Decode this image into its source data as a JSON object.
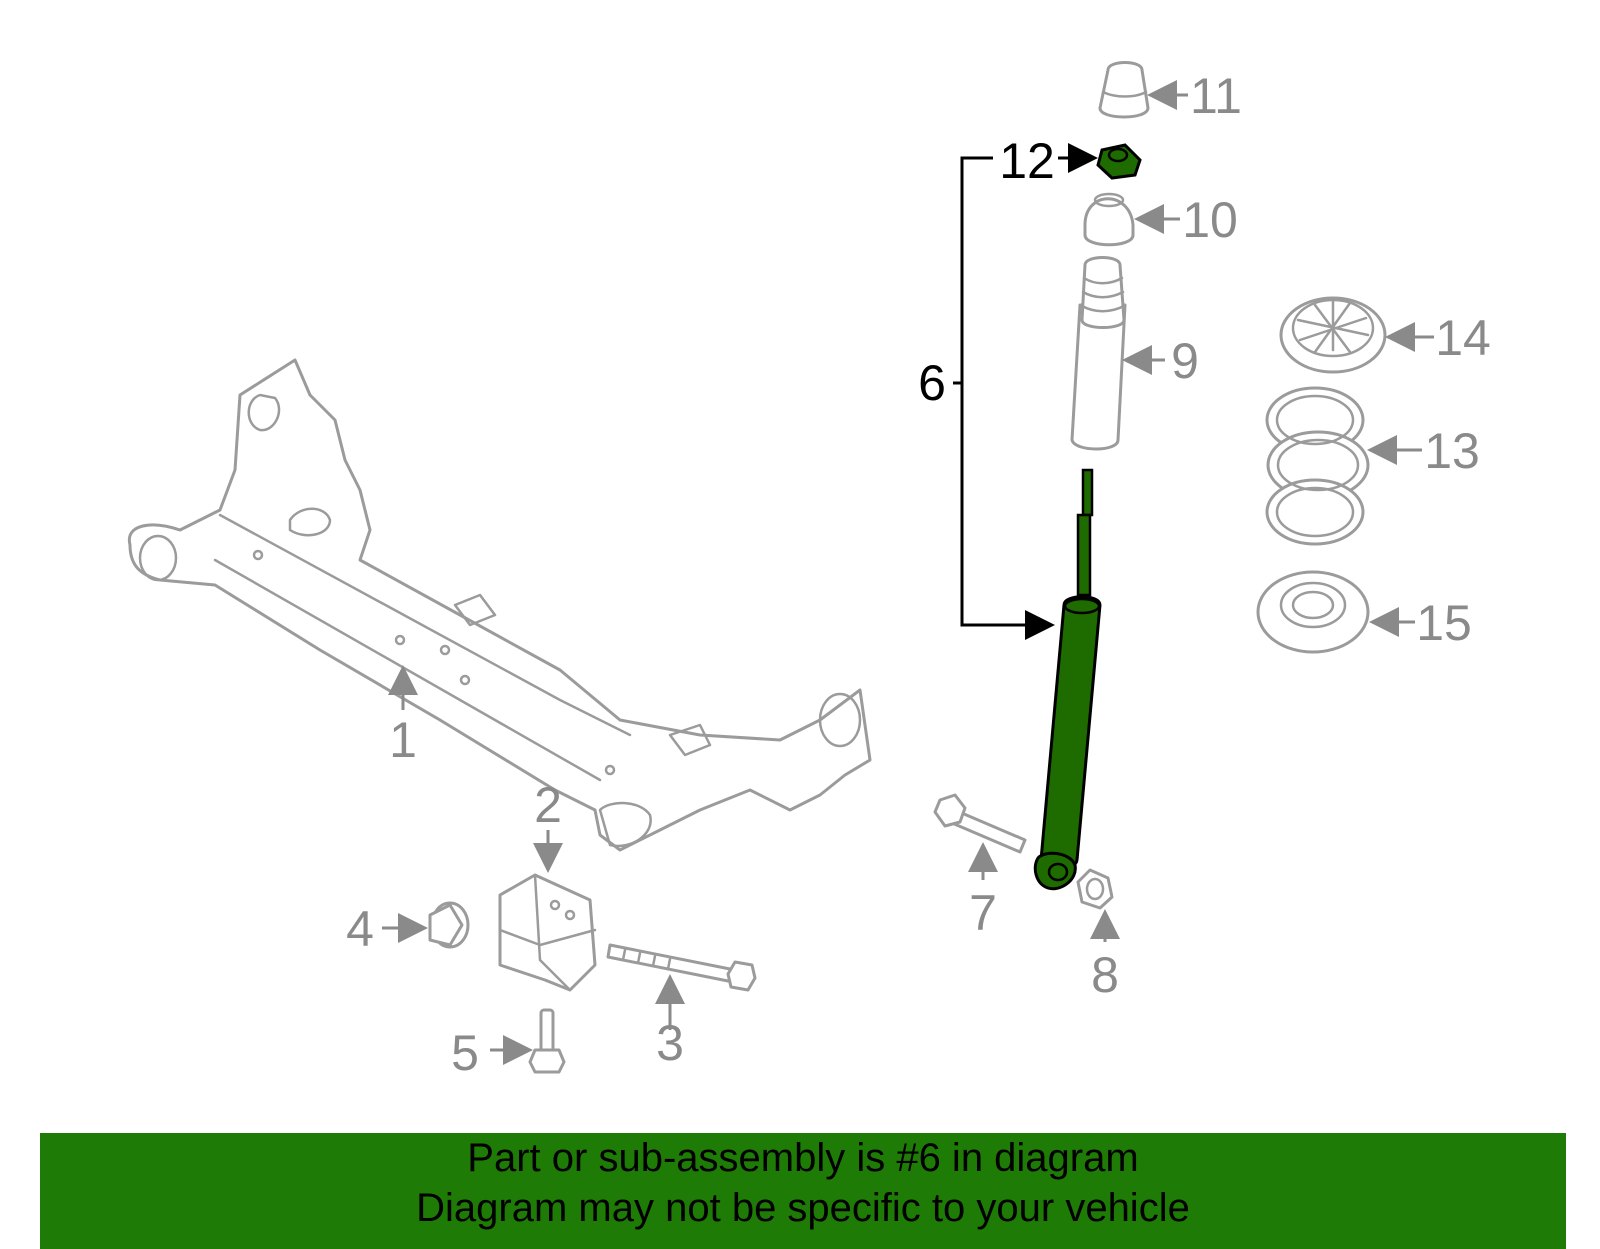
{
  "callouts": {
    "c1": "1",
    "c2": "2",
    "c3": "3",
    "c4": "4",
    "c5": "5",
    "c6": "6",
    "c7": "7",
    "c8": "8",
    "c9": "9",
    "c10": "10",
    "c11": "11",
    "c12": "12",
    "c13": "13",
    "c14": "14",
    "c15": "15"
  },
  "highlight_color": "#1e7b05",
  "footer": {
    "line1": "Part or sub-assembly is #6 in diagram",
    "line2": "Diagram may not be specific to your vehicle"
  }
}
